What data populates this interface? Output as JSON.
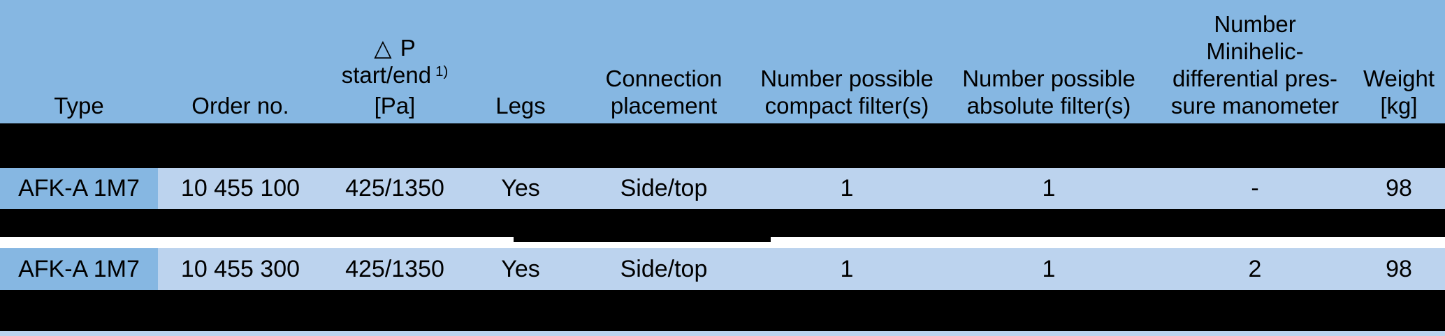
{
  "colors": {
    "header_blue": "#86b7e2",
    "row_blue": "#bcd3ee",
    "band_black": "#000000",
    "gap_white": "#ffffff",
    "text_black": "#000000"
  },
  "header": {
    "type": "Type",
    "order_no": "Order no.",
    "dp_symbol": "△",
    "dp_letter": "P",
    "dp_line2": "start/end",
    "dp_footnote": "1)",
    "dp_line3": "[Pa]",
    "legs": "Legs",
    "connection_line1": "Connection",
    "connection_line2": "placement",
    "compact_line1": "Number possible",
    "compact_line2": "compact filter(s)",
    "absolute_line1": "Number possible",
    "absolute_line2": "absolute filter(s)",
    "minihelic_line1": "Number",
    "minihelic_line2": "Minihelic-",
    "minihelic_line3": "differential pres-",
    "minihelic_line4": "sure manometer",
    "weight_line1": "Weight",
    "weight_line2": "[kg]"
  },
  "rows": [
    {
      "type": "AFK-A 1M7",
      "order_no": "10 455 100",
      "dp_start_end": "425/1350",
      "legs": "Yes",
      "connection": "Side/top",
      "compact_filters": "1",
      "absolute_filters": "1",
      "minihelic": "-",
      "weight": "98"
    },
    {
      "type": "AFK-A 1M7",
      "order_no": "10 455 300",
      "dp_start_end": "425/1350",
      "legs": "Yes",
      "connection": "Side/top",
      "compact_filters": "1",
      "absolute_filters": "1",
      "minihelic": "2",
      "weight": "98"
    }
  ]
}
